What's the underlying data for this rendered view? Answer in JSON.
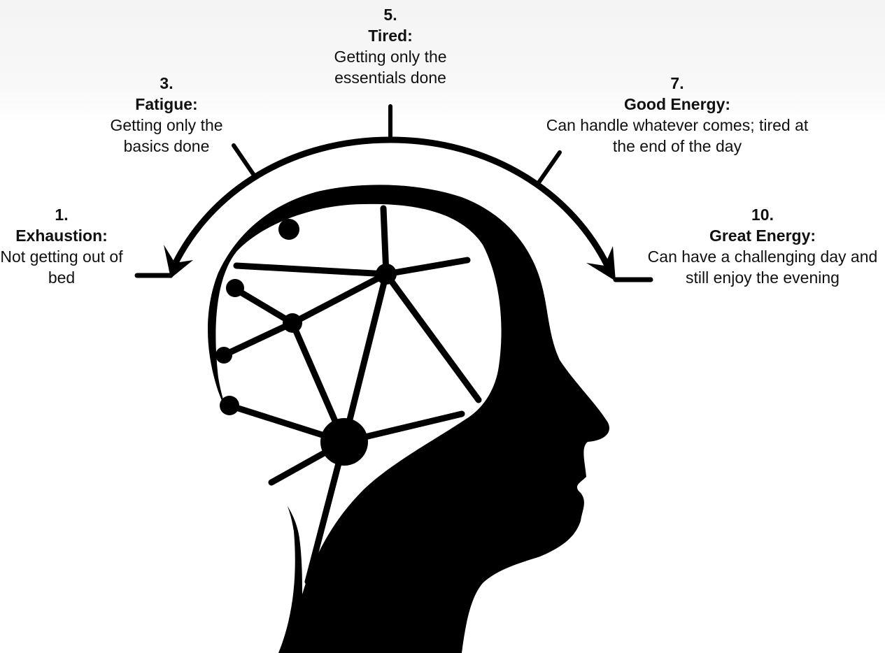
{
  "levels": [
    {
      "id": "1",
      "number": "1.",
      "name": "Exhaustion:",
      "description": "Not getting out of bed"
    },
    {
      "id": "3",
      "number": "3.",
      "name": "Fatigue:",
      "description": "Getting only the basics done"
    },
    {
      "id": "5",
      "number": "5.",
      "name": "Tired:",
      "description": "Getting only the essentials done"
    },
    {
      "id": "7",
      "number": "7.",
      "name": "Good Energy:",
      "description": "Can handle whatever comes; tired at the end of the day"
    },
    {
      "id": "10",
      "number": "10.",
      "name": "Great Energy:",
      "description": "Can have a challenging day and still enjoy the evening"
    }
  ],
  "colors": {
    "ink": "#000000",
    "text": "#111111",
    "background": "#ffffff"
  },
  "icons": [
    "head-silhouette-icon",
    "neural-network-icon",
    "arrowhead-icon"
  ]
}
